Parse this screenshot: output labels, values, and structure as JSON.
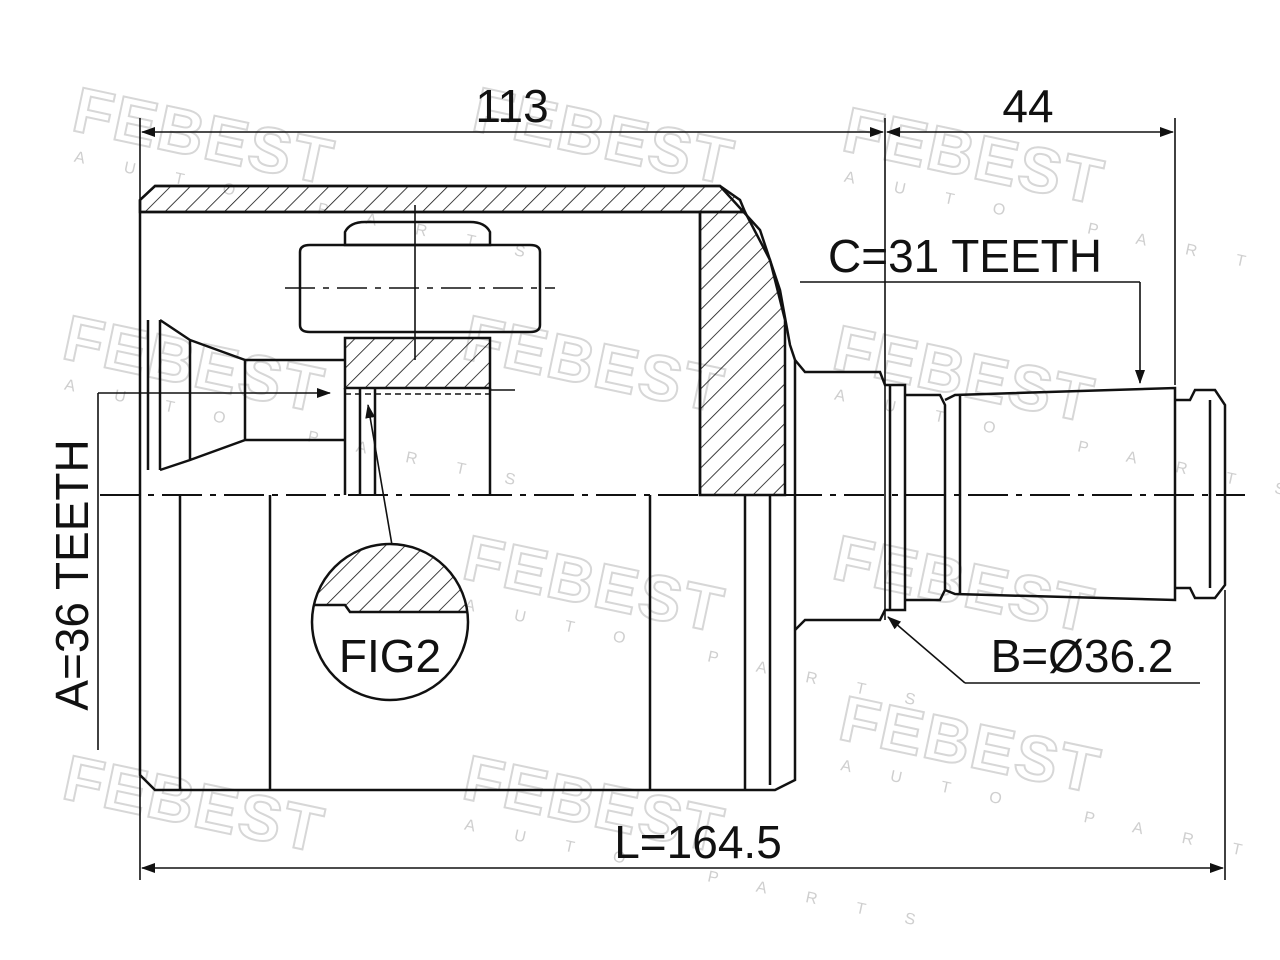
{
  "watermark": {
    "brand": "FEBEST",
    "sub": "AUTO PARTS"
  },
  "dimensions": {
    "top_left": "113",
    "top_right": "44",
    "spline_c": "C=31 TEETH",
    "spline_a": "A=36 TEETH",
    "diameter_b": "B=Ø36.2",
    "length": "L=164.5",
    "detail": "FIG2"
  },
  "colors": {
    "line": "#111111",
    "watermark": "#d7d7d7",
    "background": "#ffffff"
  }
}
